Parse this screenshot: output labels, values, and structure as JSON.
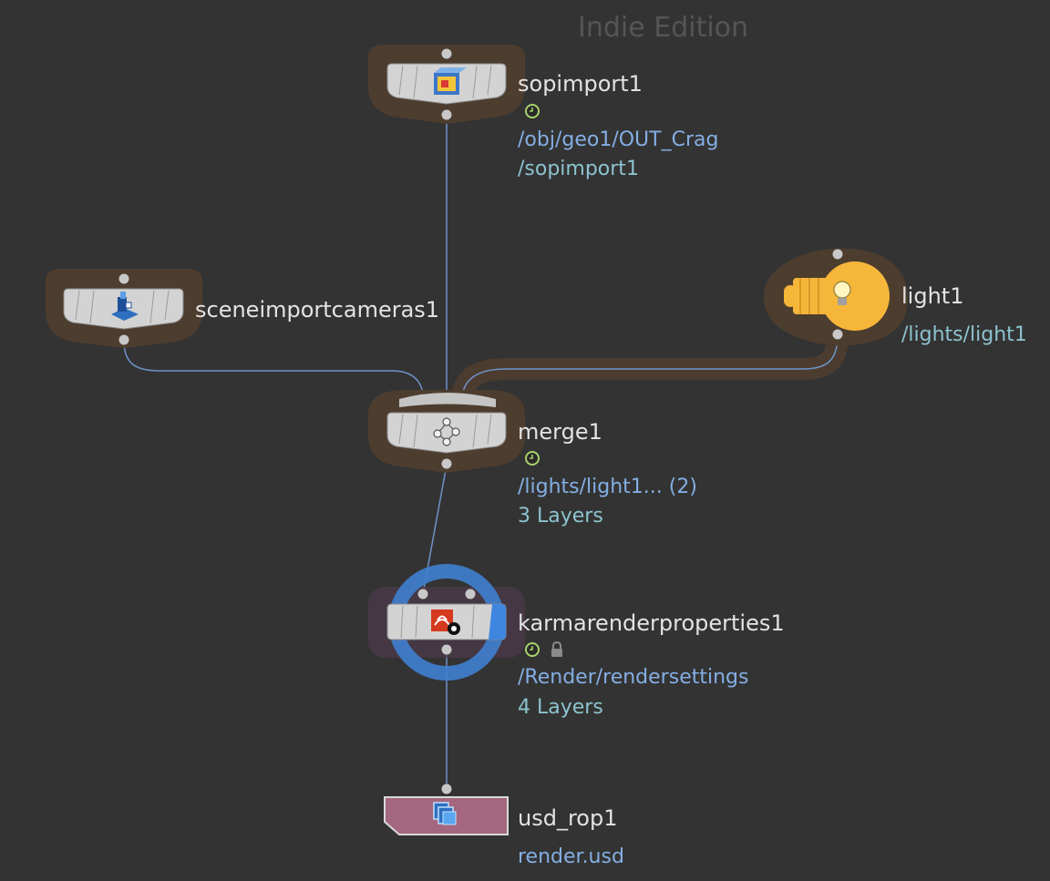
{
  "watermark": "Indie Edition",
  "colors": {
    "background": "#333333",
    "wire": "#6d93c9",
    "node_halo": "#4d3d2f",
    "node_body": "#d3d3d3",
    "display_flag": "#3f7fd0",
    "light_node": "#f6b63a",
    "rop_node": "#a4677f",
    "path_blue": "#84aee3",
    "path_teal": "#8cc3cf"
  },
  "nodes": {
    "sopimport": {
      "name": "sopimport1",
      "icon": "box-cube-icon",
      "flag_icon": "clock-icon",
      "path1": "/obj/geo1/OUT_Crag",
      "path2": "/sopimport1"
    },
    "sceneimport": {
      "name": "sceneimportcameras1",
      "icon": "scene-camera-icon"
    },
    "light": {
      "name": "light1",
      "icon": "lightbulb-icon",
      "path1": "/lights/light1"
    },
    "merge": {
      "name": "merge1",
      "icon": "merge-graph-icon",
      "flag_icon": "clock-icon",
      "path1": "/lights/light1... (2)",
      "path2": "3 Layers"
    },
    "karma": {
      "name": "karmarenderproperties1",
      "icon": "karma-render-icon",
      "flag_icons": [
        "clock-icon",
        "lock-icon"
      ],
      "path1": "/Render/rendersettings",
      "path2": "4 Layers",
      "display_flag": true
    },
    "usdrop": {
      "name": "usd_rop1",
      "icon": "usd-layers-icon",
      "path1": "render.usd"
    }
  }
}
